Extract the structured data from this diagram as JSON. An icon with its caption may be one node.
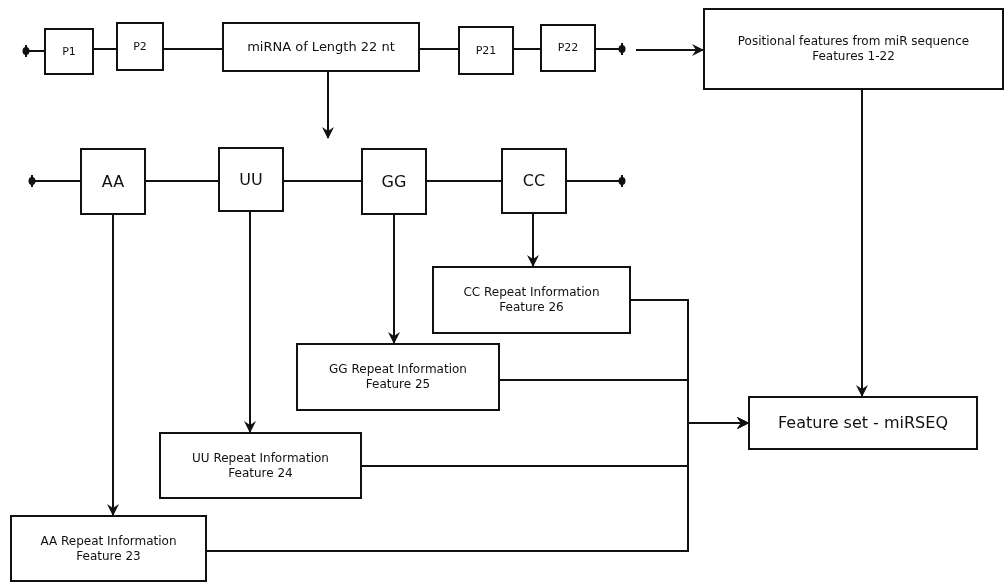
{
  "diagram": {
    "nodes": [
      {
        "text": [
          "P1"
        ]
      },
      {
        "text": [
          "P2"
        ]
      },
      {
        "text": [
          "miRNA of Length 22 nt"
        ]
      },
      {
        "text": [
          "P21"
        ]
      },
      {
        "text": [
          "P22"
        ]
      },
      {
        "text": [
          "Positional features from miR sequence",
          "Features 1-22"
        ]
      },
      {
        "text": [
          "AA"
        ]
      },
      {
        "text": [
          "UU"
        ]
      },
      {
        "text": [
          "GG"
        ]
      },
      {
        "text": [
          "CC"
        ]
      },
      {
        "text": [
          "CC Repeat Information",
          "Feature 26"
        ]
      },
      {
        "text": [
          "GG Repeat Information",
          "Feature 25"
        ]
      },
      {
        "text": [
          "UU Repeat Information",
          "Feature 24"
        ]
      },
      {
        "text": [
          "AA Repeat Information",
          "Feature 23"
        ]
      },
      {
        "text": [
          "Feature set - miRSEQ"
        ]
      }
    ],
    "edges": [
      {
        "from": null,
        "to": 0,
        "arrow": "other"
      },
      {
        "from": 0,
        "to": 1,
        "arrow": "none"
      },
      {
        "from": 1,
        "to": 2,
        "arrow": "none"
      },
      {
        "from": 2,
        "to": 3,
        "arrow": "none"
      },
      {
        "from": 3,
        "to": 4,
        "arrow": "none"
      },
      {
        "from": 4,
        "to": null,
        "arrow": "other"
      },
      {
        "from": null,
        "to": 5,
        "arrow": "to"
      },
      {
        "from": 2,
        "to": null,
        "arrow": "to"
      },
      {
        "from": null,
        "to": 6,
        "arrow": "other"
      },
      {
        "from": 6,
        "to": 7,
        "arrow": "none"
      },
      {
        "from": 7,
        "to": 8,
        "arrow": "none"
      },
      {
        "from": 8,
        "to": 9,
        "arrow": "none"
      },
      {
        "from": 9,
        "to": null,
        "arrow": "other"
      },
      {
        "from": 9,
        "to": 10,
        "arrow": "to"
      },
      {
        "from": 8,
        "to": 11,
        "arrow": "to"
      },
      {
        "from": 7,
        "to": 12,
        "arrow": "to"
      },
      {
        "from": 6,
        "to": 13,
        "arrow": "to"
      },
      {
        "from": 5,
        "to": 14,
        "arrow": "to"
      },
      {
        "from": 10,
        "to": 14,
        "arrow": "to"
      },
      {
        "from": 11,
        "to": 14,
        "arrow": "to"
      },
      {
        "from": 12,
        "to": 14,
        "arrow": "to"
      },
      {
        "from": 13,
        "to": 14,
        "arrow": "to"
      }
    ]
  }
}
